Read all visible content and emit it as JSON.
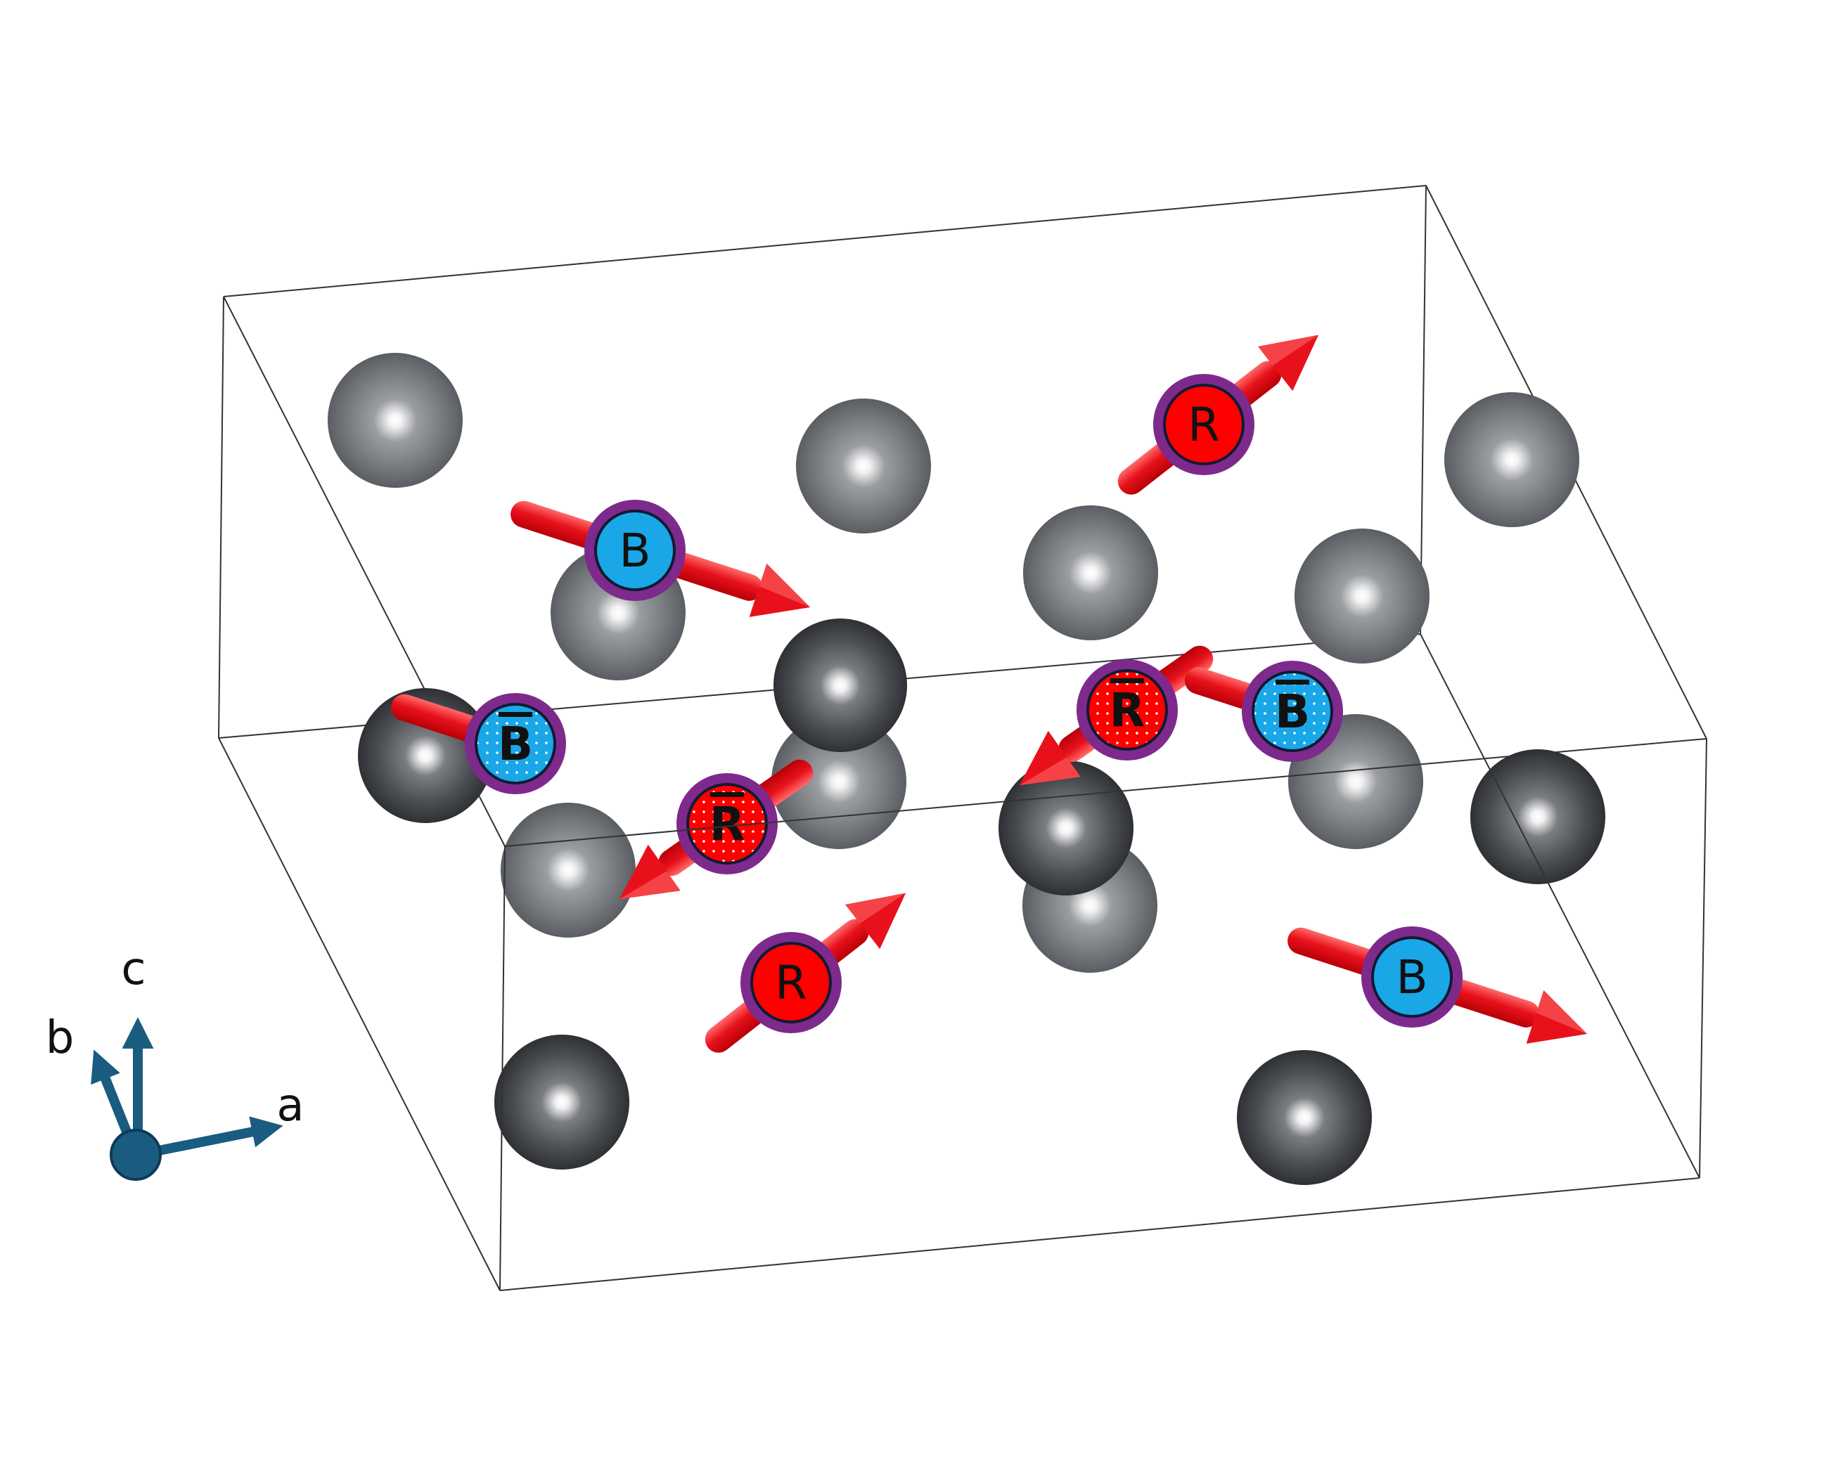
{
  "axes": {
    "a_label": "a",
    "b_label": "b",
    "c_label": "c",
    "color": "#1a5b80"
  },
  "sites": {
    "R": {
      "label": "R",
      "fill": "#ff0000"
    },
    "R_bar": {
      "label": "R",
      "fill": "#ff0000",
      "overbar": true,
      "dotted": true
    },
    "B": {
      "label": "B",
      "fill": "#1aa7e8"
    },
    "B_bar": {
      "label": "B",
      "fill": "#1aa7e8",
      "overbar": true,
      "dotted": true
    }
  },
  "colors": {
    "cell_edge": "#333333",
    "atom_dark": "#474a4f",
    "atom_light": "#7c7f84",
    "spin_arrow": "#e8111b",
    "site_ring": "#7d2a8c",
    "site_outline": "#111a33"
  }
}
